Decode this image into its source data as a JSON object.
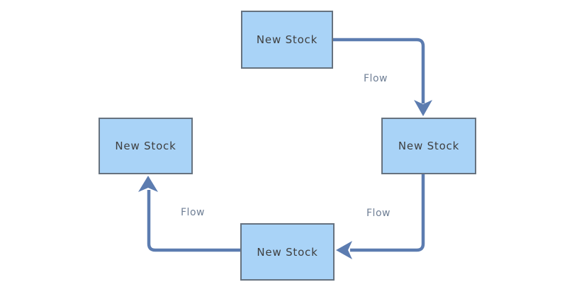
{
  "canvas": {
    "background": "#ffffff"
  },
  "nodes": [
    {
      "name": "stock-top",
      "label": "New Stock"
    },
    {
      "name": "stock-right",
      "label": "New Stock"
    },
    {
      "name": "stock-bottom",
      "label": "New Stock"
    },
    {
      "name": "stock-left",
      "label": "New Stock"
    }
  ],
  "edges": [
    {
      "name": "flow-top-to-right",
      "label": "Flow"
    },
    {
      "name": "flow-right-to-bottom",
      "label": "Flow"
    },
    {
      "name": "flow-bottom-to-left",
      "label": "Flow"
    }
  ],
  "colors": {
    "node_fill": "#a9d3f7",
    "node_border": "#66727f",
    "edge_stroke": "#5c7cb0",
    "edge_label_text": "#6f7f95",
    "node_label_text": "#3f3f3f"
  }
}
